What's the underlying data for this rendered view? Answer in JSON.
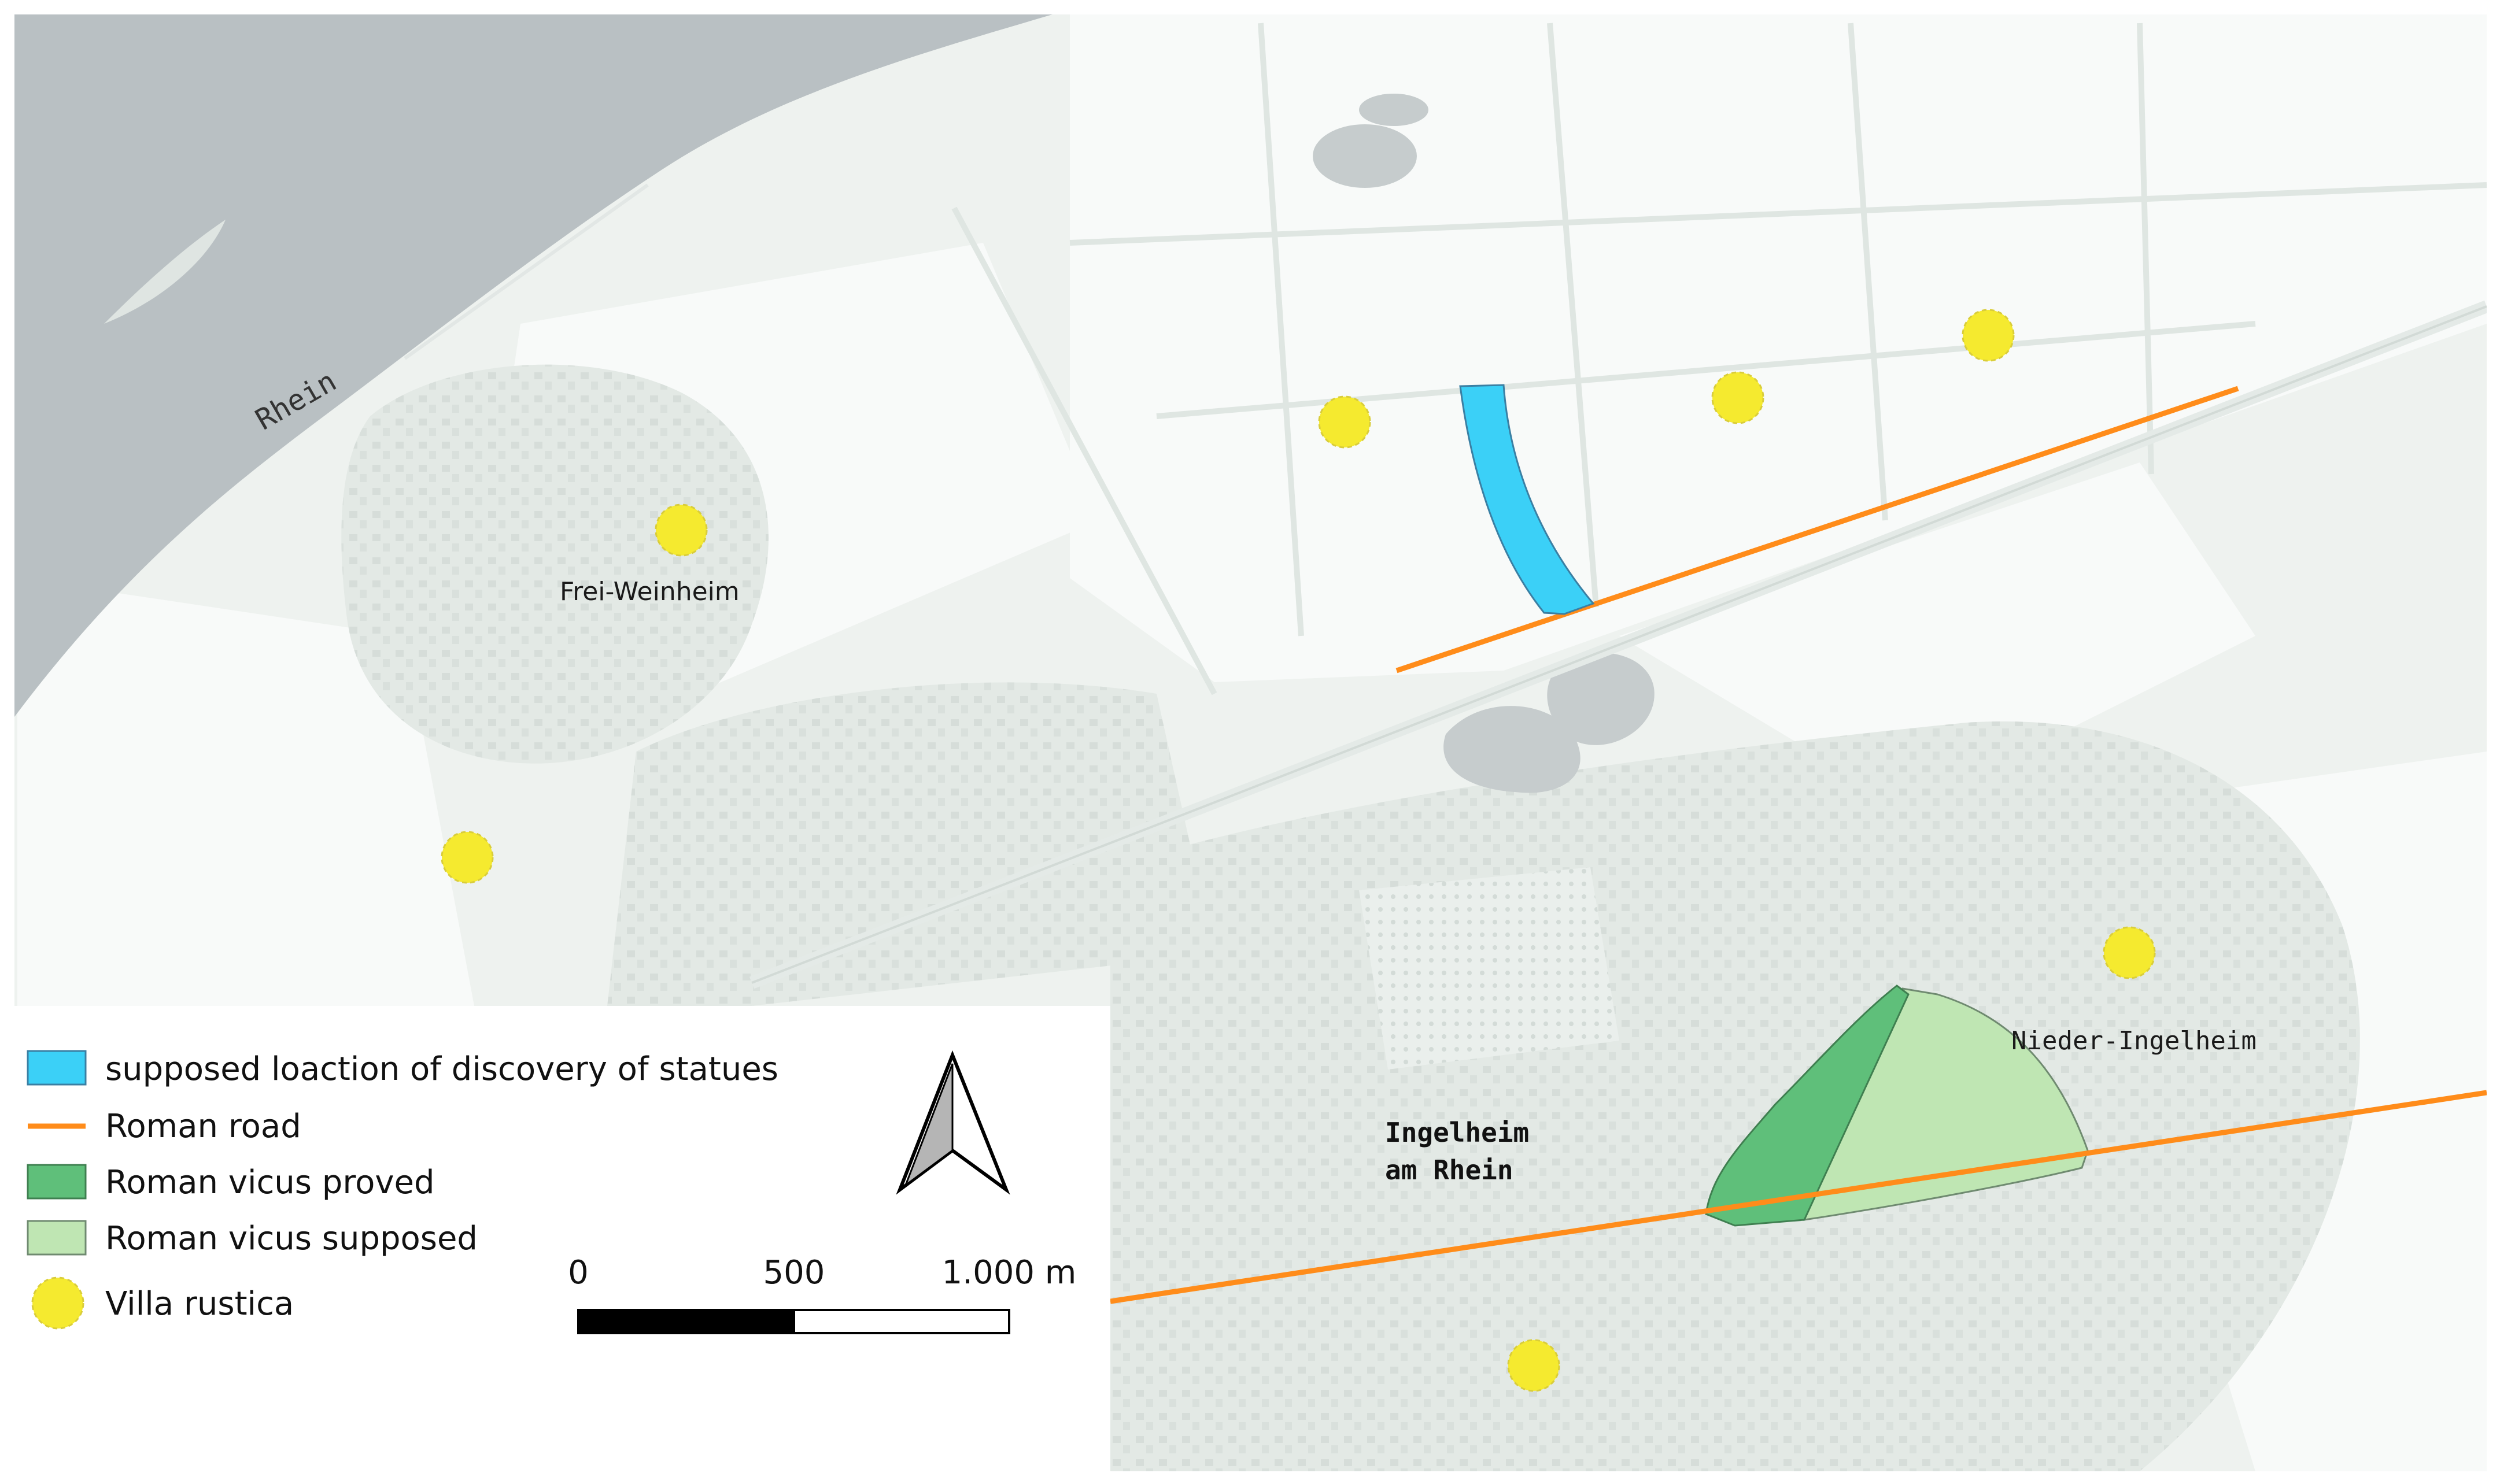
{
  "map": {
    "labels": {
      "river": "Rhein",
      "town_frei_weinheim": "Frei-Weinheim",
      "town_nieder_ingelheim": "Nieder-Ingelheim",
      "town_ingelheim_line1": "Ingelheim",
      "town_ingelheim_line2": "am Rhein"
    },
    "colors": {
      "land": "#eef2ef",
      "fields": "#f7f9f8",
      "urban": "#e2e8e4",
      "water": "#b9c0c3",
      "discovery": "#3bd0f7",
      "roman_road": "#ff8c1a",
      "vicus_proved": "#5fbf7a",
      "vicus_supposed": "#bfe6b3",
      "villa": "#f5ea2f"
    }
  },
  "legend": {
    "items": [
      {
        "label": "supposed loaction of discovery of statues",
        "symbol": "discovery-swatch"
      },
      {
        "label": "Roman road",
        "symbol": "road-line"
      },
      {
        "label": "Roman vicus proved",
        "symbol": "vicus-proved-swatch"
      },
      {
        "label": "Roman vicus supposed",
        "symbol": "vicus-supposed-swatch"
      },
      {
        "label": "Villa rustica",
        "symbol": "villa-dot"
      }
    ]
  },
  "scale_bar": {
    "ticks": [
      "0",
      "500",
      "1.000 m"
    ]
  },
  "north_arrow": {
    "icon": "north-arrow-icon"
  }
}
